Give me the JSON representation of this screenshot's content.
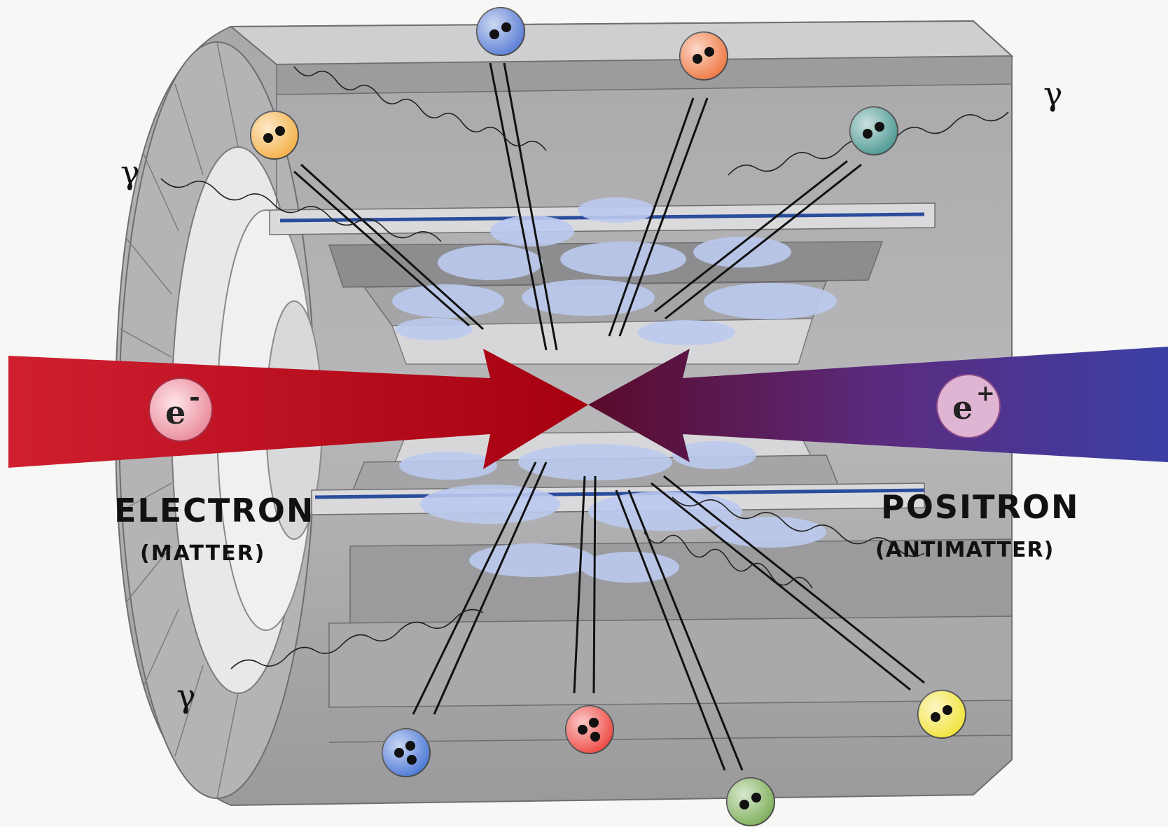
{
  "beams": {
    "left": {
      "particle_symbol": "e",
      "charge": "-",
      "name": "ELECTRON",
      "type": "(MATTER)",
      "color": "#c4121c"
    },
    "right": {
      "particle_symbol": "e",
      "charge": "+",
      "name": "POSITRON",
      "type": "(ANTIMATTER)",
      "color": "#4a2e8c"
    }
  },
  "photon_symbol": "γ",
  "particles": [
    {
      "id": "blue-top",
      "color": "#5b7fd6",
      "dots": 2
    },
    {
      "id": "orange-top",
      "color": "#f07a45",
      "dots": 2
    },
    {
      "id": "yellow-orange-left",
      "color": "#f5b24a",
      "dots": 2
    },
    {
      "id": "teal-right",
      "color": "#4f9a94",
      "dots": 2
    },
    {
      "id": "blue-bottom",
      "color": "#4d79d6",
      "dots": 3
    },
    {
      "id": "red-bottom",
      "color": "#ee4a44",
      "dots": 3
    },
    {
      "id": "green-bottom",
      "color": "#7fb05c",
      "dots": 2
    },
    {
      "id": "yellow-right",
      "color": "#f2e33c",
      "dots": 2
    }
  ],
  "colors": {
    "detector": "#a9a9ab",
    "detector_dark": "#858587",
    "detector_light": "#cfcfd1",
    "cloud": "#b9c8ef"
  }
}
